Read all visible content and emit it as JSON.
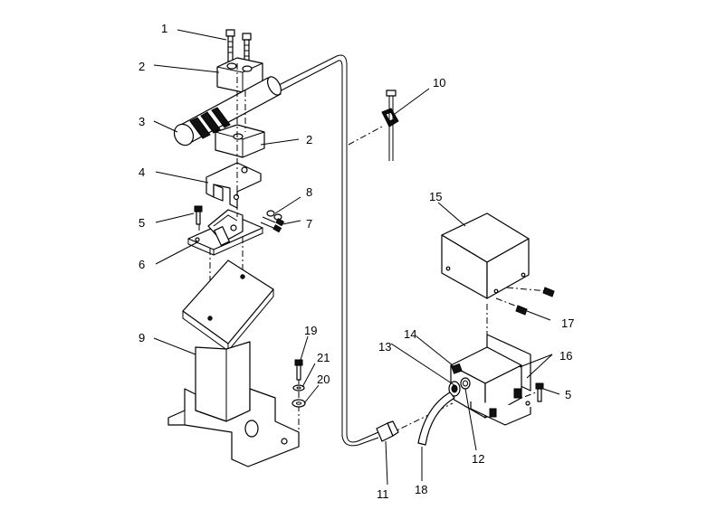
{
  "callouts": [
    {
      "id": "c1",
      "text": "1"
    },
    {
      "id": "c2a",
      "text": "2"
    },
    {
      "id": "c2b",
      "text": "2"
    },
    {
      "id": "c3",
      "text": "3"
    },
    {
      "id": "c4",
      "text": "4"
    },
    {
      "id": "c5a",
      "text": "5"
    },
    {
      "id": "c5b",
      "text": "5"
    },
    {
      "id": "c6",
      "text": "6"
    },
    {
      "id": "c7",
      "text": "7"
    },
    {
      "id": "c8",
      "text": "8"
    },
    {
      "id": "c9",
      "text": "9"
    },
    {
      "id": "c10",
      "text": "10"
    },
    {
      "id": "c11",
      "text": "11"
    },
    {
      "id": "c12",
      "text": "12"
    },
    {
      "id": "c13",
      "text": "13"
    },
    {
      "id": "c14",
      "text": "14"
    },
    {
      "id": "c15",
      "text": "15"
    },
    {
      "id": "c16",
      "text": "16"
    },
    {
      "id": "c17",
      "text": "17"
    },
    {
      "id": "c18",
      "text": "18"
    },
    {
      "id": "c19",
      "text": "19"
    },
    {
      "id": "c20",
      "text": "20"
    },
    {
      "id": "c21",
      "text": "21"
    }
  ]
}
